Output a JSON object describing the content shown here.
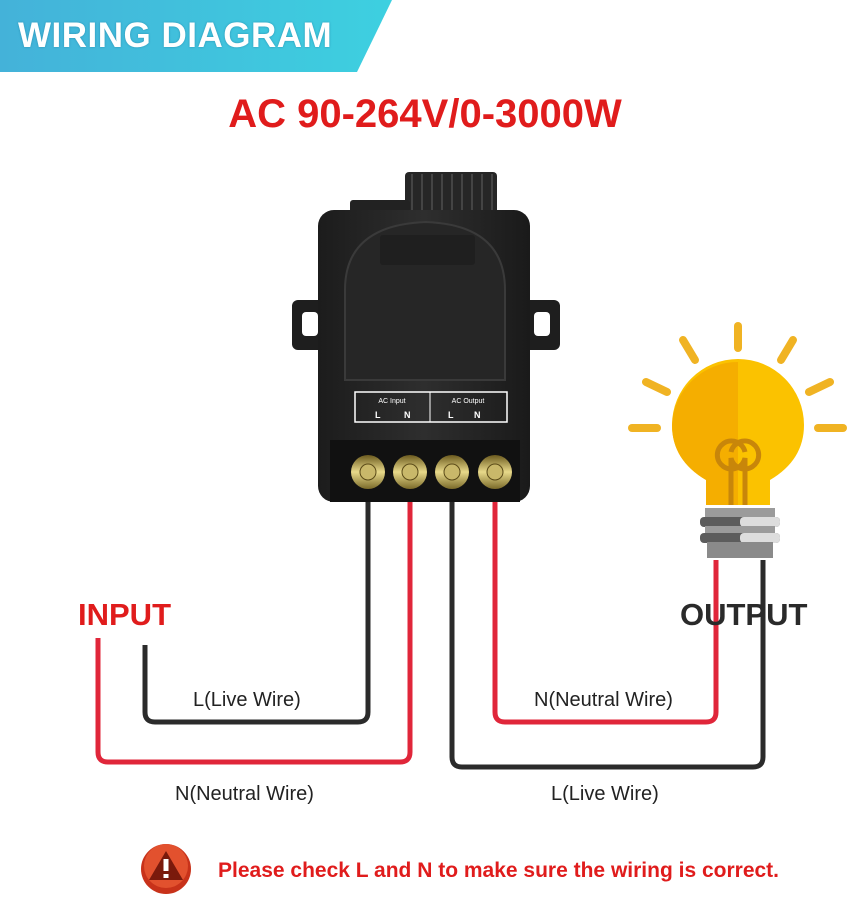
{
  "header": {
    "title": "WIRING DIAGRAM"
  },
  "spec": "AC 90-264V/0-3000W",
  "device": {
    "input_group": "AC Input",
    "output_group": "AC Output",
    "terminals": [
      "L",
      "N",
      "L",
      "N"
    ]
  },
  "labels": {
    "input": "INPUT",
    "output": "OUTPUT",
    "input_live": "L(Live Wire)",
    "input_neutral": "N(Neutral Wire)",
    "output_neutral": "N(Neutral Wire)",
    "output_live": "L(Live Wire)"
  },
  "warning": {
    "icon": "warning-icon",
    "text": "Please check L and N to make sure the wiring is correct."
  },
  "colors": {
    "banner": "#3fc4dc",
    "accent_red": "#e01c1c",
    "live_wire": "#2b2b2b",
    "neutral_wire": "#e0263a",
    "bulb": "#f7b500"
  }
}
